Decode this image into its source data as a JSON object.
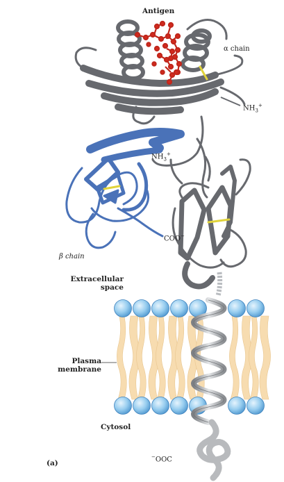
{
  "labels": {
    "antigen": "Antigen",
    "alpha_chain": "α chain",
    "nh3_top": "NH",
    "nh3_mid": "NH",
    "nh3_sub": "3",
    "nh3_sup": "+",
    "coo_beta": "COO",
    "coo_sup": "−",
    "beta_chain": "β chain",
    "extracellular_line1": "Extracellular",
    "extracellular_line2": "space",
    "plasma_line1": "Plasma",
    "plasma_line2": "membrane",
    "cytosol": "Cytosol",
    "ooc_terminus": "OOC",
    "ooc_sup": "−",
    "panel": "(a)"
  },
  "colors": {
    "alpha_ribbon": "#6b6d72",
    "beta_ribbon": "#4a72b8",
    "antigen": "#d42a1e",
    "disulfide": "#e0d33a",
    "lipid_head": "#8fc6ec",
    "lipid_tail": "#f7dcb0",
    "helix": "#b9bcc0"
  }
}
